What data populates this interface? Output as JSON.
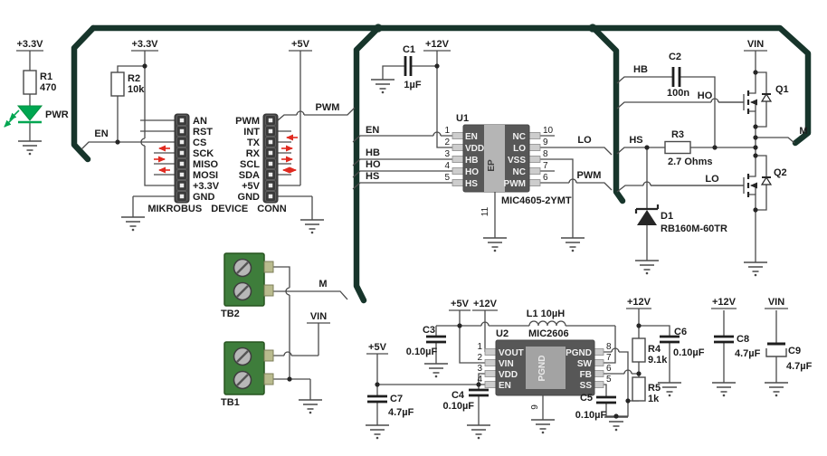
{
  "colors": {
    "divider": "#17352b",
    "wire": "#4a4a4a",
    "led_green": "#00a651",
    "arrow_red": "#e02a20",
    "tb_green": "#3e7d3b",
    "chip_body": "#575757",
    "chip_pad": "#b5b5b5",
    "header_body": "#454545"
  },
  "power_rails": {
    "v3_3": "+3.3V",
    "v5": "+5V",
    "v12": "+12V",
    "vin": "VIN"
  },
  "nets": {
    "en": "EN",
    "pwm": "PWM",
    "hb": "HB",
    "ho": "HO",
    "hs": "HS",
    "lo": "LO",
    "m": "M"
  },
  "led": {
    "label": "PWR"
  },
  "resistors": {
    "r1": {
      "ref": "R1",
      "value": "470"
    },
    "r2": {
      "ref": "R2",
      "value": "10k"
    },
    "r3": {
      "ref": "R3",
      "value": "2.7 Ohms"
    },
    "r4": {
      "ref": "R4",
      "value": "9.1k"
    },
    "r5": {
      "ref": "R5",
      "value": "1k"
    }
  },
  "capacitors": {
    "c1": {
      "ref": "C1",
      "value": "1µF"
    },
    "c2": {
      "ref": "C2",
      "value": "100n"
    },
    "c3": {
      "ref": "C3",
      "value": "0.10µF"
    },
    "c4": {
      "ref": "C4",
      "value": "0.10µF"
    },
    "c5": {
      "ref": "C5",
      "value": "0.10µF"
    },
    "c6": {
      "ref": "C6",
      "value": "0.10µF"
    },
    "c7": {
      "ref": "C7",
      "value": "4.7µF"
    },
    "c8": {
      "ref": "C8",
      "value": "4.7µF"
    },
    "c9": {
      "ref": "C9",
      "value": "4.7µF"
    }
  },
  "inductor": {
    "ref": "L1",
    "value": "10µH",
    "label": "L1 10µH"
  },
  "diode": {
    "ref": "D1",
    "part": "RB160M-60TR"
  },
  "mosfets": {
    "q1": "Q1",
    "q2": "Q2"
  },
  "terminal_blocks": {
    "tb1": "TB1",
    "tb2": "TB2"
  },
  "mikrobus": {
    "caption": "MIKROBUS DEVICE CONN",
    "left_pins": [
      "AN",
      "RST",
      "CS",
      "SCK",
      "MISO",
      "MOSI",
      "+3.3V",
      "GND"
    ],
    "right_pins": [
      "PWM",
      "INT",
      "TX",
      "RX",
      "SCL",
      "SDA",
      "+5V",
      "GND"
    ]
  },
  "u1": {
    "ref": "U1",
    "part": "MIC4605-2YMT",
    "pad": "EP",
    "pad_pin": "11",
    "left_pins": [
      {
        "num": "1",
        "name": "EN"
      },
      {
        "num": "2",
        "name": "VDD"
      },
      {
        "num": "3",
        "name": "HB"
      },
      {
        "num": "4",
        "name": "HO"
      },
      {
        "num": "5",
        "name": "HS"
      }
    ],
    "right_pins": [
      {
        "num": "10",
        "name": "NC"
      },
      {
        "num": "9",
        "name": "LO"
      },
      {
        "num": "8",
        "name": "VSS"
      },
      {
        "num": "7",
        "name": "NC"
      },
      {
        "num": "6",
        "name": "PWM"
      }
    ]
  },
  "u2": {
    "ref": "U2",
    "part": "MIC2606",
    "pad": "PGND",
    "pad_pin": "9",
    "left_pins": [
      {
        "num": "1",
        "name": "VOUT"
      },
      {
        "num": "2",
        "name": "VIN"
      },
      {
        "num": "3",
        "name": "VDD"
      },
      {
        "num": "4",
        "name": "EN"
      }
    ],
    "right_pins": [
      {
        "num": "8",
        "name": "PGND"
      },
      {
        "num": "7",
        "name": "SW"
      },
      {
        "num": "6",
        "name": "FB"
      },
      {
        "num": "5",
        "name": "SS"
      }
    ]
  }
}
